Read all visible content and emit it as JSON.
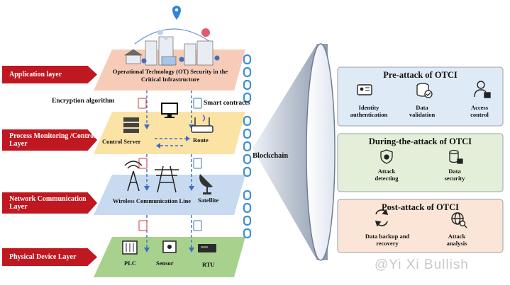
{
  "layers": {
    "application": "Application layer",
    "process": "Process Monitoring /Control Layer",
    "network": "Network Communication Layer",
    "physical": "Physical Device Layer"
  },
  "application_plane": {
    "title": "Operational Technology (OT) Security in the Critical Infrastructure"
  },
  "labels": {
    "encryption": "Encryption algorithm",
    "smart_contracts": "Smart contracts",
    "control_server": "Control Server",
    "route": "Route",
    "wireless": "Wireless Communication Line",
    "satellite": "Satellite",
    "plc": "PLC",
    "sensor": "Sensor",
    "rtu": "RTU",
    "blockchain": "Blockchain"
  },
  "panels": {
    "pre": {
      "title": "Pre-attack of OTCI",
      "items": [
        "Identity authentication",
        "Data validation",
        "Access control"
      ]
    },
    "during": {
      "title": "During-the-attack of OTCI",
      "items": [
        "Attack detecting",
        "Data security"
      ]
    },
    "post": {
      "title": "Post-attack of OTCI",
      "items": [
        "Data backup and recovery",
        "Attack analysis"
      ]
    }
  },
  "watermark": "@Yi Xi Bullish",
  "colors": {
    "label_red": "#c01820",
    "app_plane": "#f6c8b4",
    "process_plane": "#fbe3a6",
    "network_plane": "#c7daf0",
    "physical_plane": "#a9d18e",
    "pre_panel": "#dfeaf7",
    "during_panel": "#e3efd9",
    "post_panel": "#fbe5d6",
    "chain_blue": "#3b8fd6",
    "arrow_blue": "#3a6fc4"
  }
}
